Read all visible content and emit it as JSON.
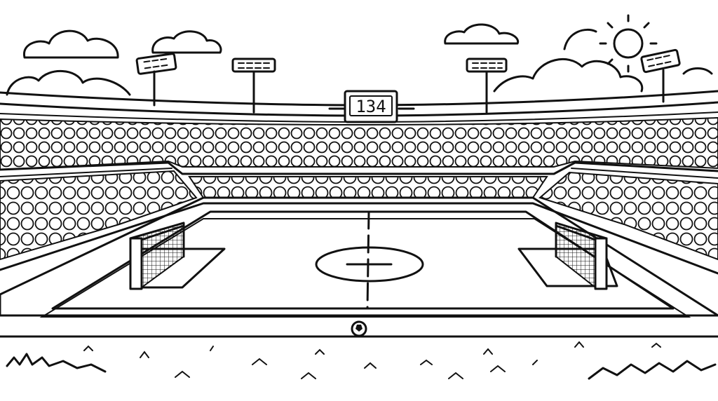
{
  "scene": {
    "description": "Black and white line-art illustration of a soccer stadium",
    "scoreboard": {
      "value": "134"
    },
    "elements": [
      "clouds",
      "sun",
      "floodlights",
      "crowd stands",
      "soccer field",
      "two goals",
      "center circle",
      "soccer ball",
      "grass tufts"
    ]
  },
  "colors": {
    "line": "#111111",
    "background": "#ffffff"
  }
}
